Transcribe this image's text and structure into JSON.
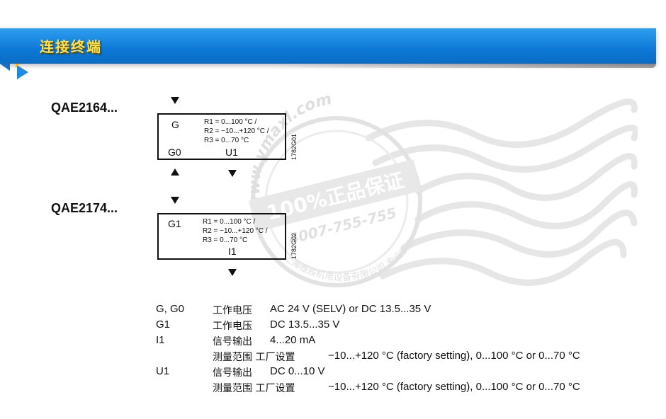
{
  "header": {
    "title": "连接终端"
  },
  "devices": [
    {
      "model": "QAE2164...",
      "pin_top_left": "G",
      "pin_bottom_left": "G0",
      "pin_bottom_right": "U1",
      "ranges": [
        "R1 = 0...100 °C /",
        "R2 = −10...+120 °C /",
        "R3 = 0...70 °C"
      ],
      "code": "1782G01"
    },
    {
      "model": "QAE2174...",
      "pin_top_left": "G1",
      "pin_bottom_right": "I1",
      "ranges": [
        "R1 = 0...100 °C /",
        "R2 = −10...+120 °C /",
        "R3 = 0...70 °C"
      ],
      "code": "1782G02"
    }
  ],
  "watermark": {
    "url": "www.ymaxl.com",
    "guarantee": "100%正品保证",
    "phone": "4007-755-755",
    "note": "上海雅辰机电设备有限公司 专业销售 正品保证"
  },
  "legend": [
    {
      "term": "G, G0",
      "label": "工作电压",
      "value": "AC 24 V (SELV) or DC 13.5...35 V"
    },
    {
      "term": "G1",
      "label": "工作电压",
      "value": "DC 13.5...35 V"
    },
    {
      "term": "I1",
      "label": "信号输出",
      "value": "4...20 mA"
    },
    {
      "term": "",
      "label": "测量范围 工厂设置",
      "value": "−10...+120 °C (factory setting), 0...100 °C or 0...70 °C"
    },
    {
      "term": "U1",
      "label": "信号输出",
      "value": "DC 0...10 V"
    },
    {
      "term": "",
      "label": "测量范围 工厂设置",
      "value": "−10...+120 °C (factory setting), 0...100 °C or 0...70 °C"
    }
  ]
}
